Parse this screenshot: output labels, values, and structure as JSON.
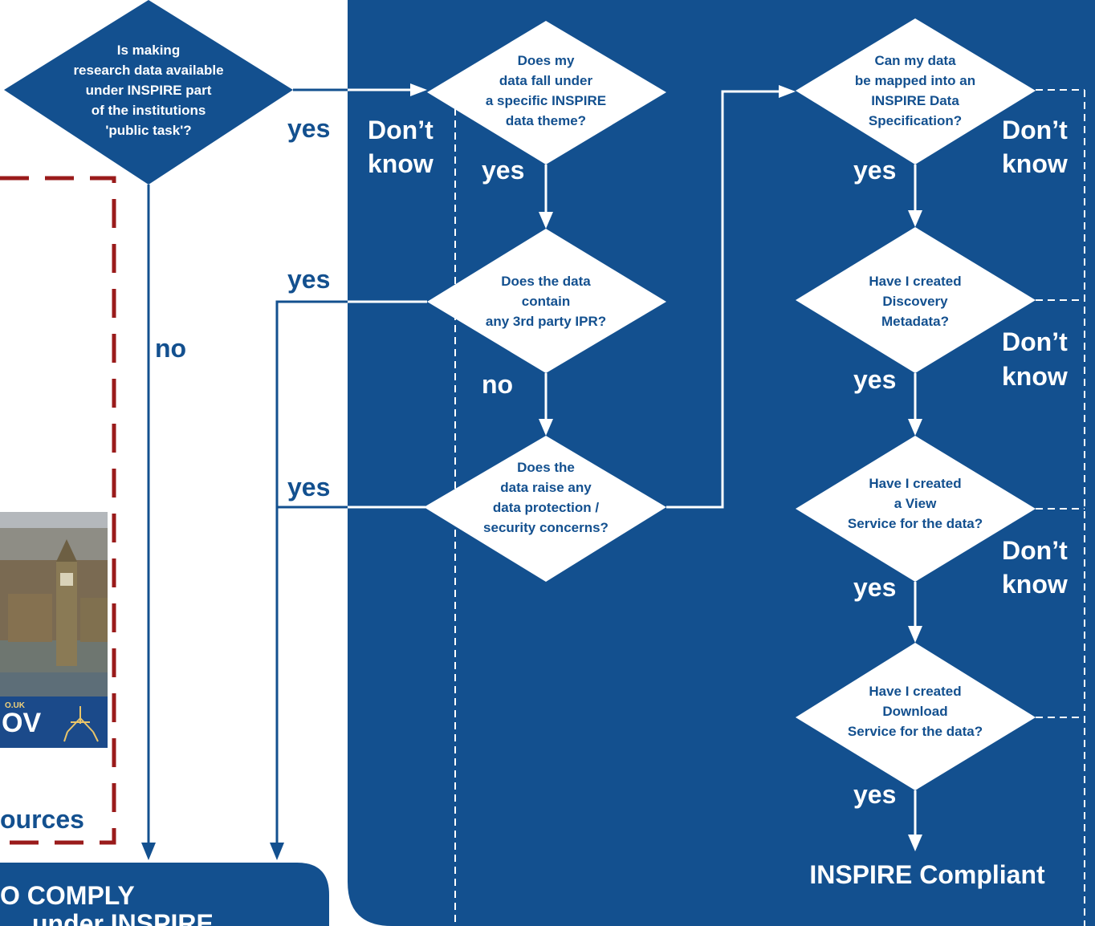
{
  "colors": {
    "panel": "#13508f",
    "diamond": "#13508f",
    "accent_dash": "#9a1b1b",
    "white": "#ffffff"
  },
  "q_public_task": [
    "Is making",
    "research data available",
    "under INSPIRE part",
    "of the institutions",
    "'public task'?"
  ],
  "q_theme": [
    "Does my",
    "data fall under",
    "a specific INSPIRE",
    "data theme?"
  ],
  "q_ipr": [
    "Does the data",
    "contain",
    "any 3rd party IPR?"
  ],
  "q_security": [
    "Does the",
    "data raise any",
    "data protection /",
    "security concerns?"
  ],
  "q_mapped": [
    "Can my data",
    "be mapped into an",
    "INSPIRE Data",
    "Specification?"
  ],
  "q_discovery": [
    "Have I created",
    "Discovery",
    "Metadata?"
  ],
  "q_view": [
    "Have I created",
    "a View",
    "Service for the data?"
  ],
  "q_download": [
    "Have I created",
    "Download",
    "Service for the data?"
  ],
  "labels": {
    "yes": "yes",
    "no": "no",
    "dont_know_line1": "Don’t",
    "dont_know_line2": "know",
    "compliant": "INSPIRE Compliant",
    "resources_fragment": "ources",
    "comply_fragment": "O COMPLY",
    "comply_fragment2": "under INSPIRE",
    "gov_fragment": "OV",
    "gov_url_fragment": "O.UK"
  }
}
